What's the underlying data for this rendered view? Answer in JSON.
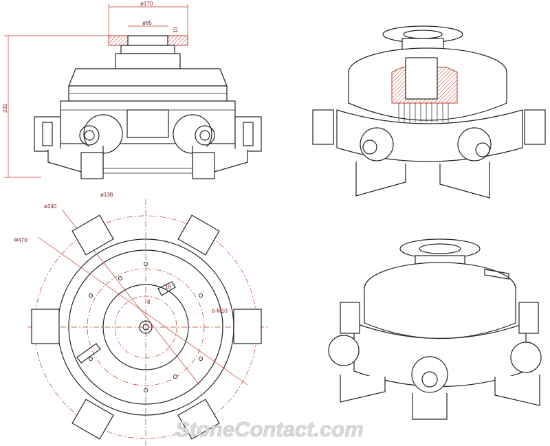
{
  "dimensions": {
    "top_diameter": "ø170",
    "inner_diameter": "ø85",
    "flange_thickness": "10",
    "height": "292",
    "ring_238": "ø138",
    "ring_240": "ø240",
    "outer_470": "Φ470",
    "bolt_pattern": "6-M10",
    "small_18": "18",
    "small_8": "8"
  },
  "watermark": "StoneContact.com",
  "colors": {
    "line": "#222222",
    "dimension": "#c0392b",
    "watermark": "#d9d9d9"
  }
}
